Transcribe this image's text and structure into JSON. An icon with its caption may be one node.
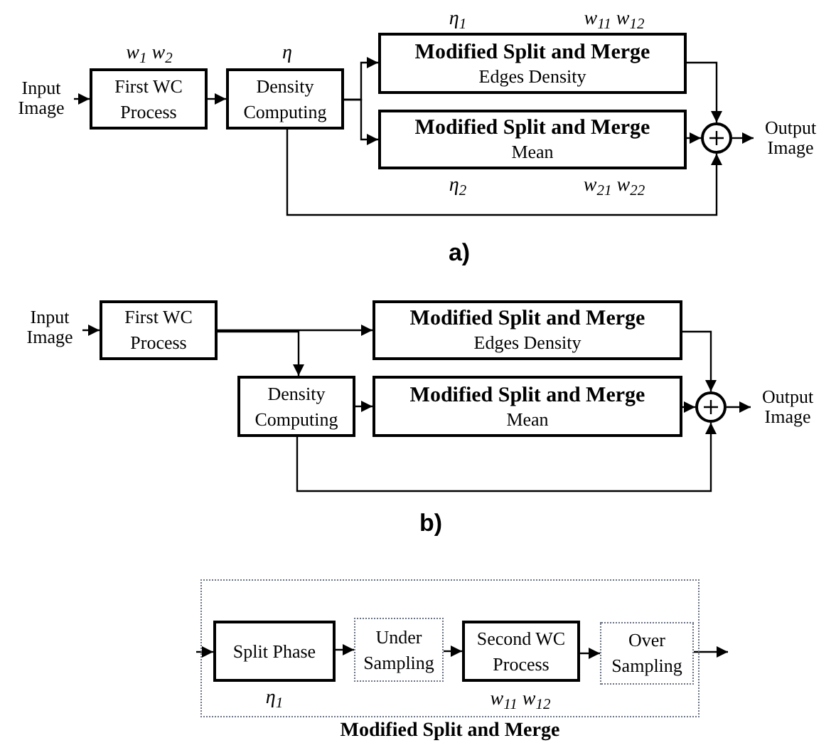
{
  "diagram": {
    "nodes": [
      {
        "text": [
          "Input Image"
        ]
      },
      {
        "text": [
          "First WC Process"
        ],
        "beside": [
          "w$_{1}$ w$_{2}$"
        ]
      },
      {
        "text": [
          "Density Computing"
        ],
        "beside": [
          "η"
        ]
      },
      {
        "text": [
          "Modified Split and Merge",
          "Edges Density"
        ],
        "beside": [
          "η$_{1}$",
          "w$_{11}$ w$_{12}$"
        ]
      },
      {
        "text": [
          "Modified Split and Merge",
          "Mean"
        ],
        "beside": [
          "η$_{2}$",
          "w$_{21}$ w$_{22}$"
        ]
      },
      {
        "text": [],
        "shape": "circle"
      },
      {
        "text": [
          "Output Image"
        ]
      },
      {
        "text": [
          "Input Image"
        ]
      },
      {
        "text": [
          "First WC Process"
        ]
      },
      {
        "text": [
          "Modified Split and Merge",
          "Edges Density"
        ]
      },
      {
        "text": [
          "Density Computing"
        ]
      },
      {
        "text": [
          "Modified Split and Merge",
          "Mean"
        ]
      },
      {
        "text": [],
        "shape": "circle"
      },
      {
        "text": [
          "Output Image"
        ]
      },
      {
        "text": [
          "Modified Split and Merge"
        ]
      },
      {
        "text": [
          "Split Phase"
        ],
        "in": 14,
        "beside": [
          "η$_{1}$"
        ]
      },
      {
        "text": [
          "Under Sampling"
        ],
        "in": 14
      },
      {
        "text": [
          "Second WC Process"
        ],
        "in": 14,
        "beside": [
          "w$_{11}$ w$_{12}$"
        ]
      },
      {
        "text": [
          "Over Sampling"
        ],
        "in": 14
      }
    ],
    "edges": [
      {
        "from": 0,
        "to": 1,
        "arrow": "to"
      },
      {
        "from": 1,
        "to": 2,
        "arrow": "to"
      },
      {
        "from": 2,
        "to": 3,
        "arrow": "to"
      },
      {
        "from": 2,
        "to": 4,
        "arrow": "to"
      },
      {
        "from": 3,
        "to": 5,
        "arrow": "to"
      },
      {
        "from": 4,
        "to": 5,
        "arrow": "to"
      },
      {
        "from": 2,
        "to": 5,
        "arrow": "to"
      },
      {
        "from": 5,
        "to": 6,
        "arrow": "to"
      },
      {
        "from": 7,
        "to": 8,
        "arrow": "to"
      },
      {
        "from": 8,
        "to": 9,
        "arrow": "to"
      },
      {
        "from": 8,
        "to": 10,
        "arrow": "to"
      },
      {
        "from": 10,
        "to": 11,
        "arrow": "to"
      },
      {
        "from": 9,
        "to": 12,
        "arrow": "to"
      },
      {
        "from": 11,
        "to": 12,
        "arrow": "to"
      },
      {
        "from": 10,
        "to": 12,
        "arrow": "to"
      },
      {
        "from": 12,
        "to": 13,
        "arrow": "to"
      },
      {
        "from": null,
        "to": 15,
        "arrow": "to"
      },
      {
        "from": 15,
        "to": 16,
        "arrow": "to"
      },
      {
        "from": 16,
        "to": 17,
        "arrow": "to"
      },
      {
        "from": 17,
        "to": 18,
        "arrow": "to"
      },
      {
        "from": 18,
        "to": null,
        "arrow": "to"
      }
    ],
    "labels": [
      "a)",
      "b)"
    ]
  }
}
